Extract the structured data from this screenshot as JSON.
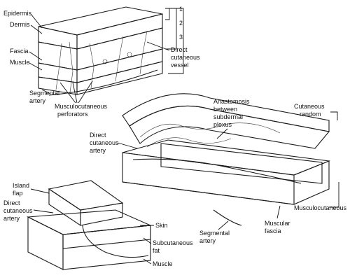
{
  "colors": {
    "ink": "#111111",
    "skin": "#f2f2f2",
    "dermis": "#dcdcdc",
    "fat": "#9a9a9a",
    "fascia": "#c8c8c8",
    "muscle": "#b4b4b4",
    "shadow": "#7a7a7a",
    "background": "#ffffff"
  },
  "block1": {
    "epidermis": "Epidermis",
    "dermis": "Dermis",
    "fascia": "Fascia",
    "muscle": "Muscle",
    "segmental_artery": [
      "Segmental",
      "artery"
    ],
    "musculocutaneous_perforators": [
      "Musculocutaneous",
      "perforators"
    ],
    "direct_cutaneous_vessel": [
      "Direct",
      "cutaneous",
      "vessel"
    ],
    "bracket_numbers": [
      "1",
      "2",
      "3"
    ]
  },
  "block2": {
    "anastomosis": [
      "Anastomosis",
      "between",
      "subdermal",
      "plexus"
    ],
    "cutaneous_random": [
      "Cutaneous",
      "random"
    ],
    "direct_cutaneous_artery": [
      "Direct",
      "cutaneous",
      "artery"
    ],
    "segmental_artery": [
      "Segmental",
      "artery"
    ],
    "muscular_fascia": [
      "Muscular",
      "fascia"
    ],
    "musculocutaneous": "Musculocutaneous"
  },
  "block3": {
    "island_flap": [
      "Island",
      "flap"
    ],
    "direct_cutaneous_artery": [
      "Direct",
      "cutaneous",
      "artery"
    ],
    "skin": "Skin",
    "subcutaneous_fat": [
      "Subcutaneous",
      "fat"
    ],
    "muscle": "Muscle"
  }
}
